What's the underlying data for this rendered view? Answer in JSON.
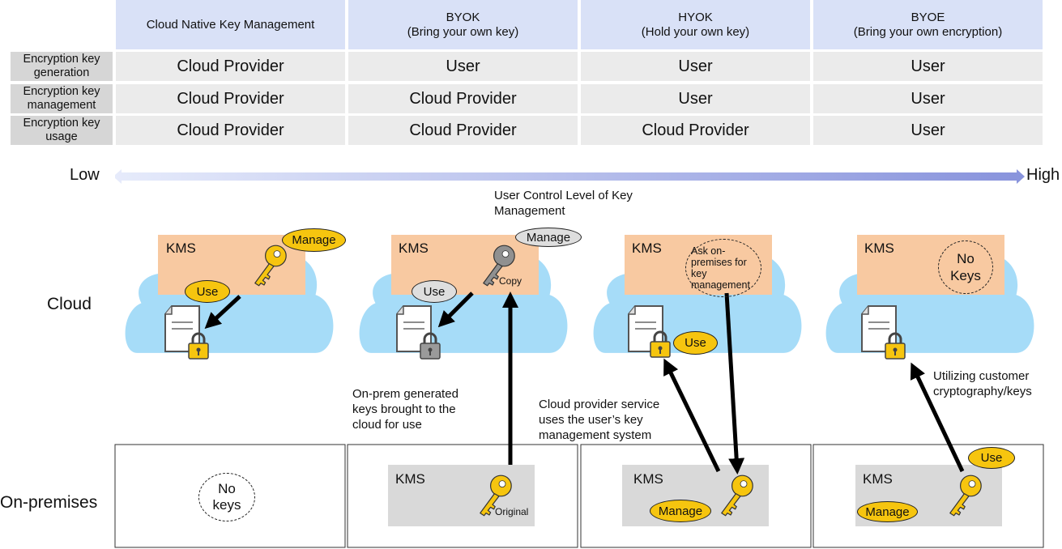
{
  "table": {
    "headers": [
      "Cloud Native Key Management",
      "BYOK\n(Bring your own key)",
      "HYOK\n(Hold your own key)",
      "BYOE\n(Bring your own encryption)"
    ],
    "rows": [
      {
        "label": "Encryption key generation",
        "values": [
          "Cloud Provider",
          "User",
          "User",
          "User"
        ]
      },
      {
        "label": "Encryption key management",
        "values": [
          "Cloud Provider",
          "Cloud Provider",
          "User",
          "User"
        ]
      },
      {
        "label": "Encryption key usage",
        "values": [
          "Cloud Provider",
          "Cloud Provider",
          "Cloud Provider",
          "User"
        ]
      }
    ]
  },
  "scale": {
    "low": "Low",
    "high": "High",
    "caption": "User Control Level of Key Management"
  },
  "rows_labels": {
    "cloud": "Cloud",
    "onprem": "On-premises"
  },
  "kms_label": "KMS",
  "badges": {
    "manage": "Manage",
    "use": "Use",
    "copy": "Copy",
    "original": "Original"
  },
  "notes": {
    "no_keys_onprem": "No keys",
    "no_keys_cloud": "No Keys",
    "ask_onprem": "Ask on-premises for key management",
    "byok_desc": "On-prem generated keys brought to the cloud for use",
    "hyok_desc": "Cloud provider service uses the user’s key management system",
    "byoe_desc": "Utilizing customer cryptography/keys"
  },
  "colors": {
    "header_bg": "#d9e1f7",
    "cloud": "#a6dcf8",
    "kms_cloud": "#f8c9a1",
    "kms_onprem": "#d9d9d9",
    "key_gold": "#f6c50f",
    "key_gray": "#909090",
    "arrow_grad_start": "#e6ebfb",
    "arrow_grad_end": "#8893dc"
  },
  "icons": [
    "key-icon",
    "document-icon",
    "padlock-icon",
    "cloud-shape",
    "arrow"
  ]
}
